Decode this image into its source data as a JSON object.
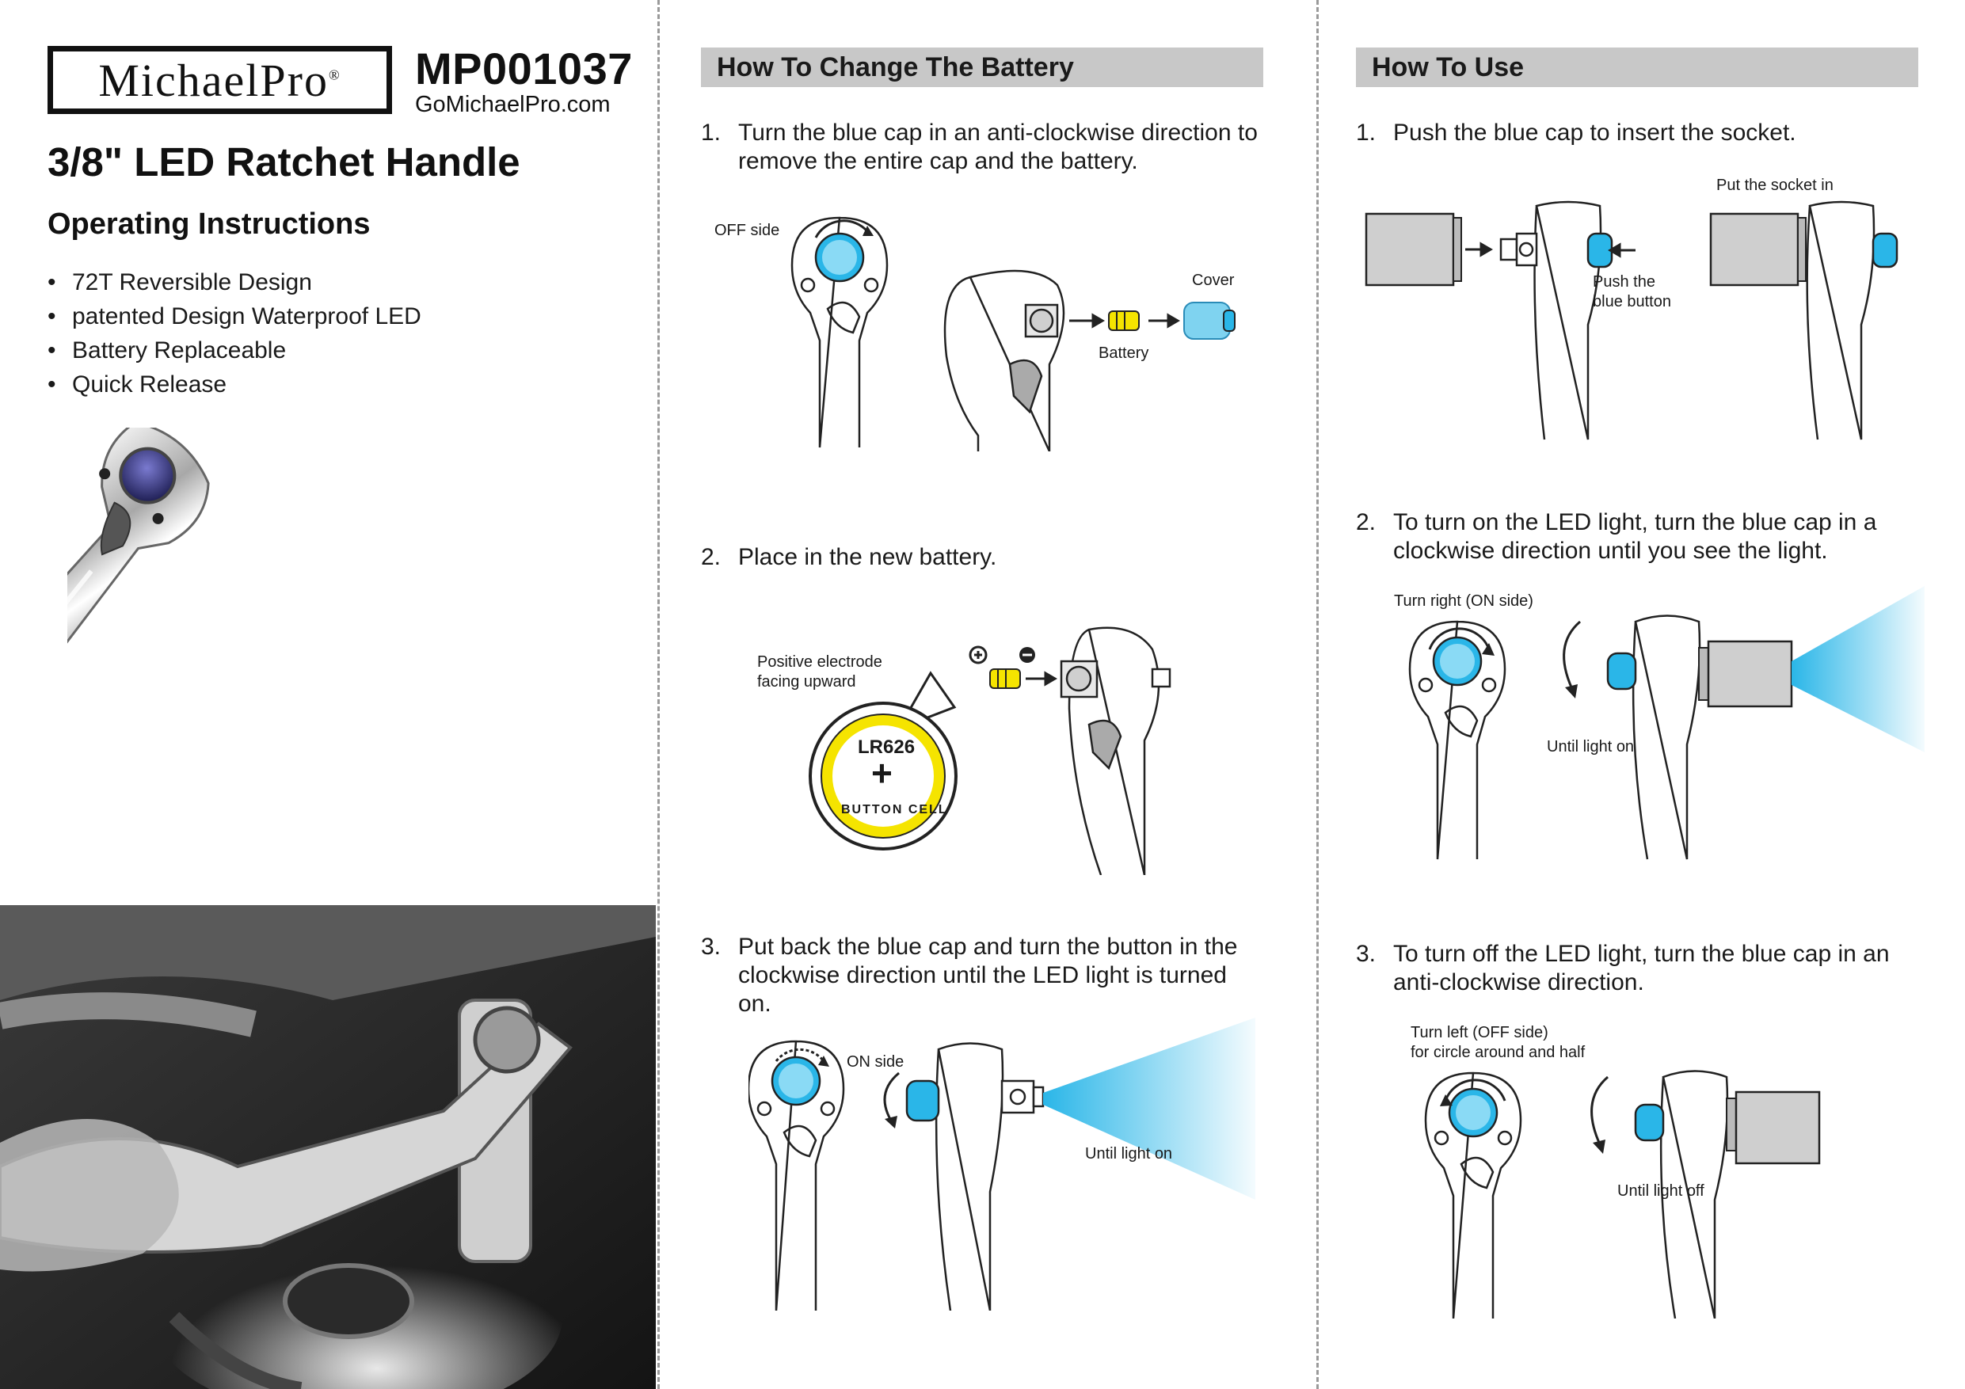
{
  "brand": {
    "name": "MichaelPro",
    "registered": "®",
    "model": "MP001037",
    "website": "GoMichaelPro.com"
  },
  "product": {
    "title": "3/8\" LED Ratchet Handle",
    "subtitle": "Operating Instructions",
    "features": [
      "72T Reversible Design",
      "patented Design Waterproof LED",
      "Battery Replaceable",
      "Quick Release"
    ]
  },
  "battery_section": {
    "title": "How To Change The Battery",
    "steps": [
      {
        "num": "1.",
        "text": "Turn the blue cap in an anti-clockwise direction to remove the entire cap and the battery."
      },
      {
        "num": "2.",
        "text": "Place in the new battery."
      },
      {
        "num": "3.",
        "text": "Put back the blue cap and turn the button in the clockwise direction until the LED light is turned on."
      }
    ],
    "labels": {
      "off_side": "OFF side",
      "cover": "Cover",
      "battery": "Battery",
      "positive_line1": "Positive electrode",
      "positive_line2": "facing upward",
      "cell_model": "LR626",
      "cell_plus": "+",
      "cell_text": "BUTTON CELL",
      "on_side": "ON side",
      "until_light_on": "Until light on"
    }
  },
  "use_section": {
    "title": "How To Use",
    "steps": [
      {
        "num": "1.",
        "text": "Push the blue cap to insert the socket."
      },
      {
        "num": "2.",
        "text": "To turn on the LED light, turn the blue cap in a clockwise direction until you see the light."
      },
      {
        "num": "3.",
        "text": "To turn off the LED light, turn the blue cap in an anti-clockwise direction."
      }
    ],
    "labels": {
      "put_socket_in": "Put the socket in",
      "push_line1": "Push the",
      "push_line2": "blue button",
      "turn_right": "Turn right (ON side)",
      "until_light_on": "Until light on",
      "turn_left_line1": "Turn left (OFF side)",
      "turn_left_line2": "for circle around and half",
      "until_light_off": "Until light off"
    }
  },
  "colors": {
    "accent_blue": "#2ab6e8",
    "battery_yellow": "#f5e400",
    "header_gray": "#c8c8c8",
    "socket_gray": "#cfcfcf"
  }
}
